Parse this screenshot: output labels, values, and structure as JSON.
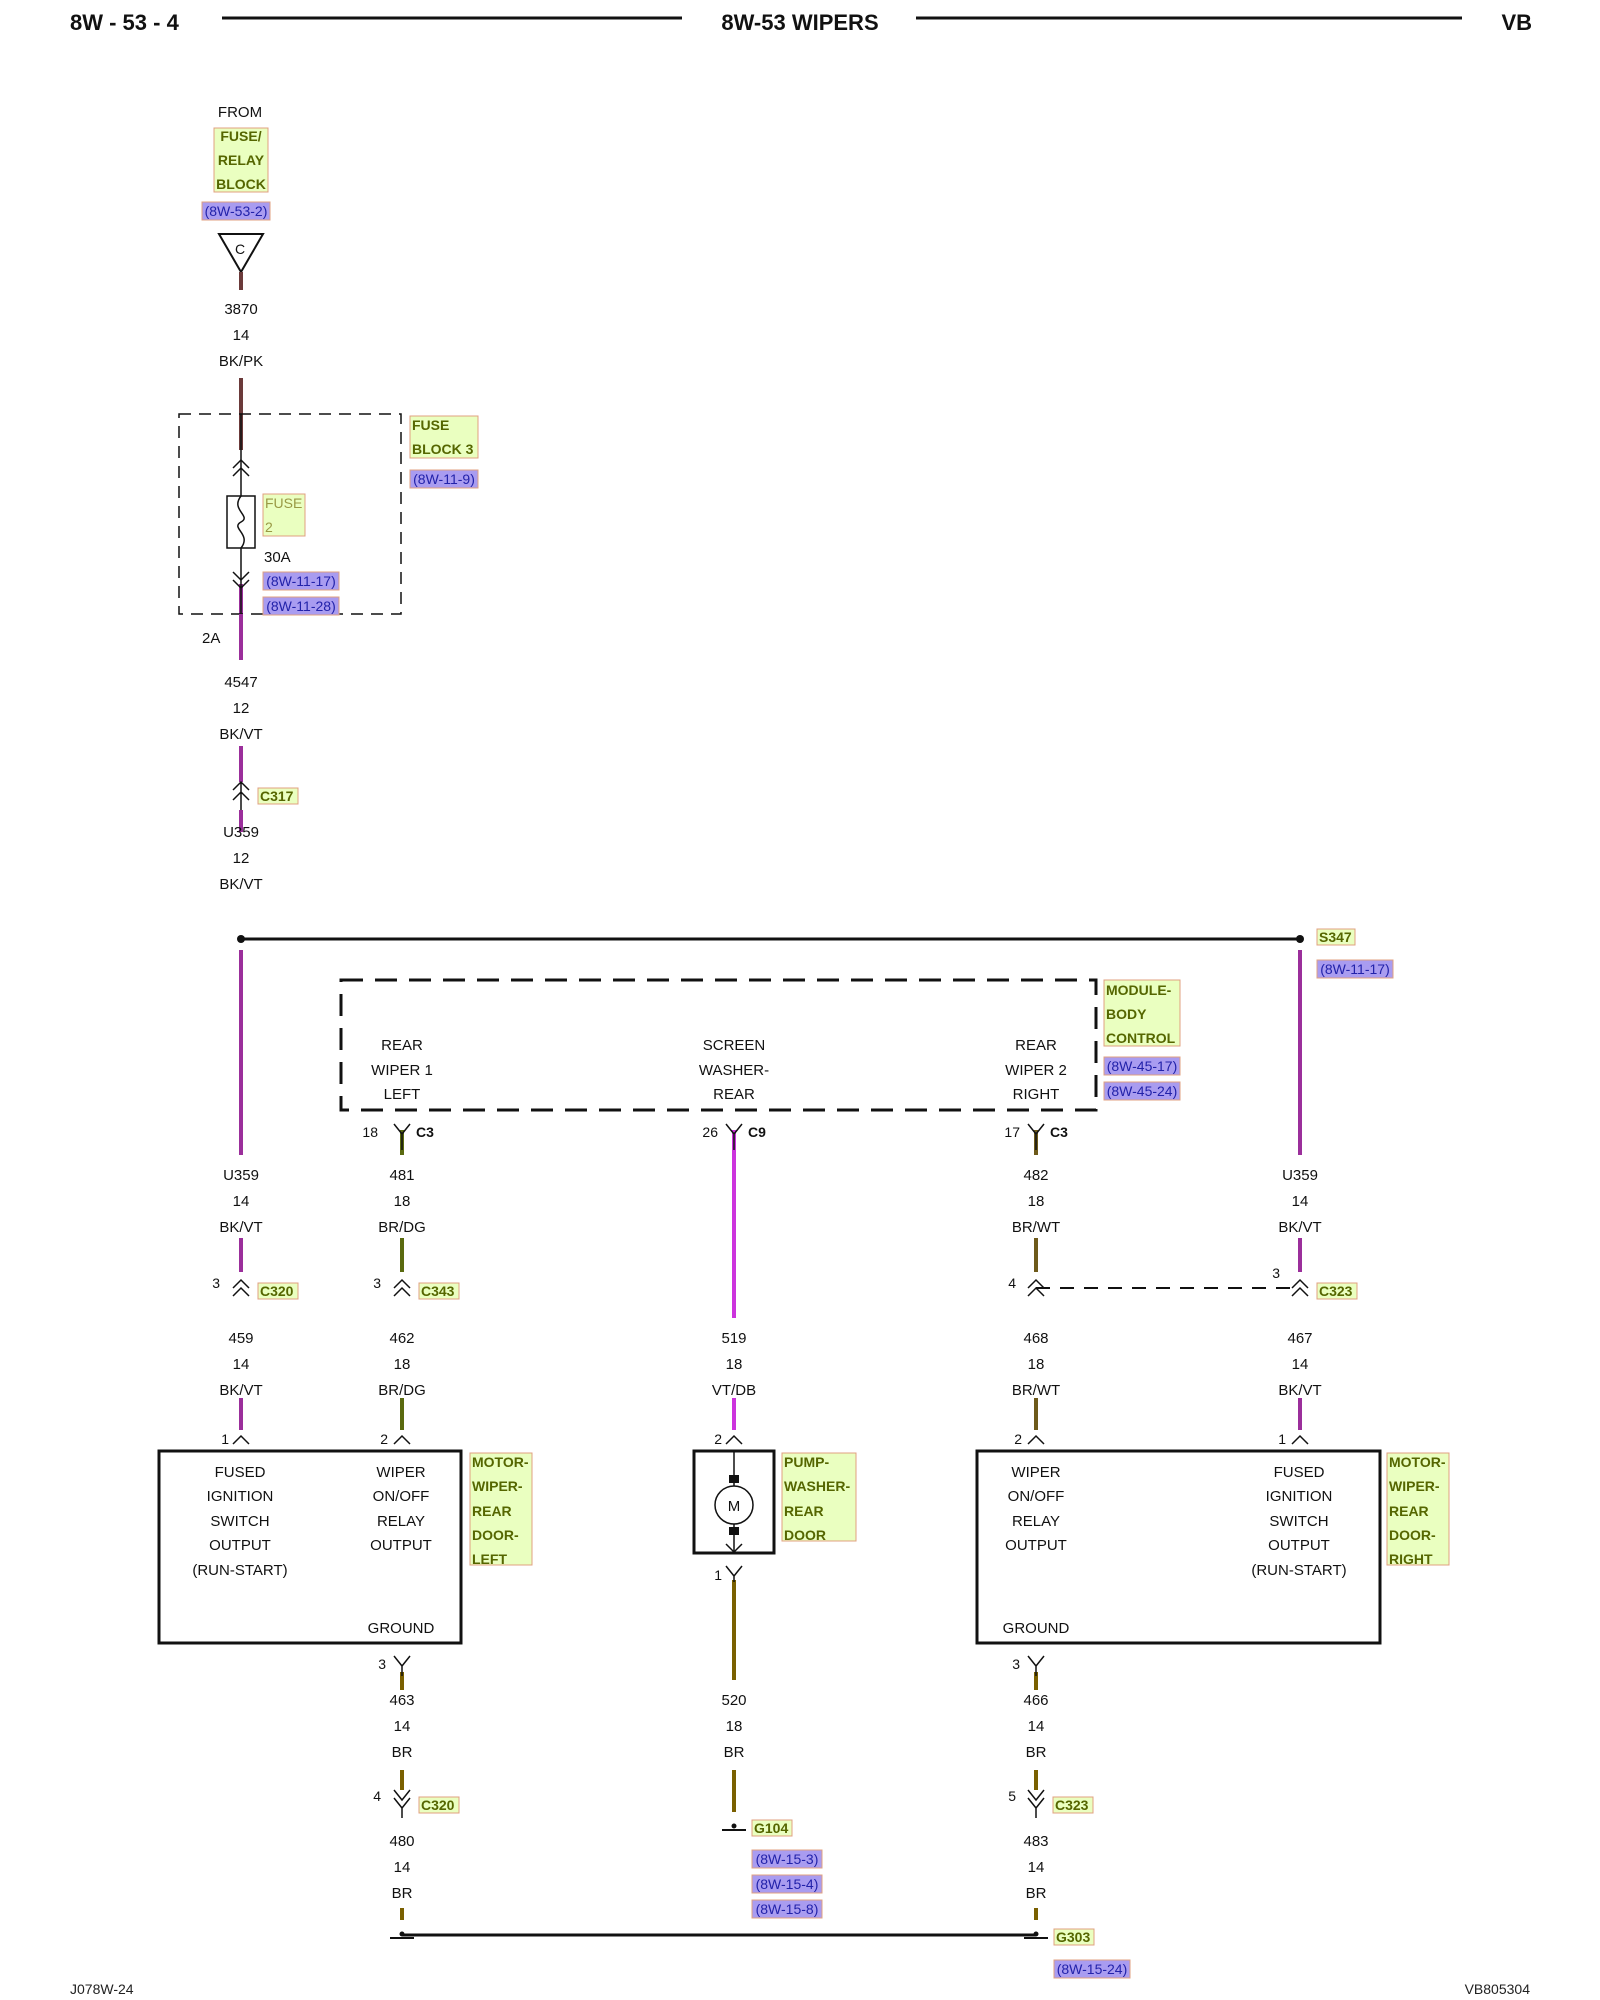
{
  "header": {
    "left": "8W - 53 - 4",
    "center": "8W-53 WIPERS",
    "right": "VB"
  },
  "footer": {
    "left": "J078W-24",
    "right": "VB805304"
  },
  "colors": {
    "bk_pk": "#6b3a3a",
    "bk_vt": "#9b2f9b",
    "br": "#7a6000",
    "br_dg": "#5a6a10",
    "br_wt": "#6e5a1a",
    "vt_db": "#cc33dd",
    "component_fill": "#eaffc0",
    "component_border": "#e0a080",
    "ref_fill": "#a99cf0"
  },
  "source": {
    "from": "FROM",
    "block": [
      "FUSE/",
      "RELAY",
      "BLOCK"
    ],
    "ref": "(8W-53-2)",
    "pin": "C"
  },
  "wires": {
    "w3870": [
      "3870",
      "14",
      "BK/PK"
    ],
    "w4547": [
      "4547",
      "12",
      "BK/VT"
    ],
    "wU359a": [
      "U359",
      "12",
      "BK/VT"
    ],
    "wU359b": [
      "U359",
      "14",
      "BK/VT"
    ],
    "w481": [
      "481",
      "18",
      "BR/DG"
    ],
    "w482": [
      "482",
      "18",
      "BR/WT"
    ],
    "wU359c": [
      "U359",
      "14",
      "BK/VT"
    ],
    "w459": [
      "459",
      "14",
      "BK/VT"
    ],
    "w462": [
      "462",
      "18",
      "BR/DG"
    ],
    "w519": [
      "519",
      "18",
      "VT/DB"
    ],
    "w468": [
      "468",
      "18",
      "BR/WT"
    ],
    "w467": [
      "467",
      "14",
      "BK/VT"
    ],
    "w463": [
      "463",
      "14",
      "BR"
    ],
    "w520": [
      "520",
      "18",
      "BR"
    ],
    "w466": [
      "466",
      "14",
      "BR"
    ],
    "w480": [
      "480",
      "14",
      "BR"
    ],
    "w483": [
      "483",
      "14",
      "BR"
    ]
  },
  "fuse_block": {
    "name": [
      "FUSE",
      "BLOCK 3"
    ],
    "ref": "(8W-11-9)",
    "fuse_name": [
      "FUSE",
      "2"
    ],
    "rating": "30A",
    "refs": [
      "(8W-11-17)",
      "(8W-11-28)"
    ],
    "cavity": "2A"
  },
  "connectors": {
    "c317": "C317",
    "c320a": "C320",
    "c343": "C343",
    "c323a": "C323",
    "c320b": "C320",
    "c323b": "C323",
    "c3a": "C3",
    "c9": "C9",
    "c3b": "C3"
  },
  "splice": {
    "name": "S347",
    "ref": "(8W-11-17)"
  },
  "module": {
    "name": [
      "MODULE-",
      "BODY",
      "CONTROL"
    ],
    "refs": [
      "(8W-45-17)",
      "(8W-45-24)"
    ],
    "left": [
      "REAR",
      "WIPER 1",
      "LEFT"
    ],
    "center": [
      "SCREEN",
      "WASHER-",
      "REAR"
    ],
    "right": [
      "REAR",
      "WIPER 2",
      "RIGHT"
    ]
  },
  "pins": {
    "m18": "18",
    "m26": "26",
    "m17": "17",
    "p3a": "3",
    "p3b": "3",
    "p4a": "4",
    "p3c": "3",
    "ml1": "1",
    "ml2": "2",
    "pp2": "2",
    "pp1": "1",
    "mr2": "2",
    "mr1": "1",
    "ml3": "3",
    "mr3": "3",
    "p4b": "4",
    "p5": "5"
  },
  "motor_left": {
    "name": [
      "MOTOR-",
      "WIPER-",
      "REAR",
      "DOOR-",
      "LEFT"
    ],
    "col1": [
      "FUSED",
      "IGNITION",
      "SWITCH",
      "OUTPUT",
      "(RUN-START)"
    ],
    "col2": [
      "WIPER",
      "ON/OFF",
      "RELAY",
      "OUTPUT"
    ],
    "ground": "GROUND"
  },
  "pump": {
    "name": [
      "PUMP-",
      "WASHER-",
      "REAR",
      "DOOR"
    ],
    "symbol": "M"
  },
  "motor_right": {
    "name": [
      "MOTOR-",
      "WIPER-",
      "REAR",
      "DOOR-",
      "RIGHT"
    ],
    "col1": [
      "WIPER",
      "ON/OFF",
      "RELAY",
      "OUTPUT"
    ],
    "col2": [
      "FUSED",
      "IGNITION",
      "SWITCH",
      "OUTPUT",
      "(RUN-START)"
    ],
    "ground": "GROUND"
  },
  "grounds": {
    "g104": "G104",
    "g104_refs": [
      "(8W-15-3)",
      "(8W-15-4)",
      "(8W-15-8)"
    ],
    "g303": "G303",
    "g303_ref": "(8W-15-24)"
  }
}
